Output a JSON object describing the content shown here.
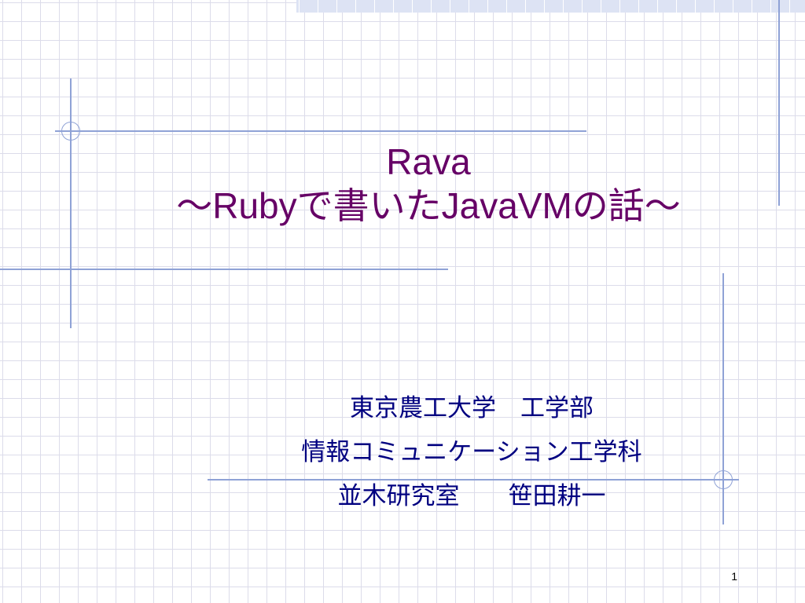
{
  "slide": {
    "title_line1": "Rava",
    "title_line2": "～Rubyで書いたJavaVMの話～",
    "subtitle_lines": [
      "東京農工大学　工学部",
      "情報コミュニケーション工学科",
      "並木研究室　　笹田耕一"
    ],
    "page_number": "1"
  },
  "colors": {
    "title": "#660066",
    "subtitle": "#000080",
    "accent_line": "#8fa2d6",
    "grid": "#dcdcea",
    "top_strip": "#dde3f4"
  }
}
